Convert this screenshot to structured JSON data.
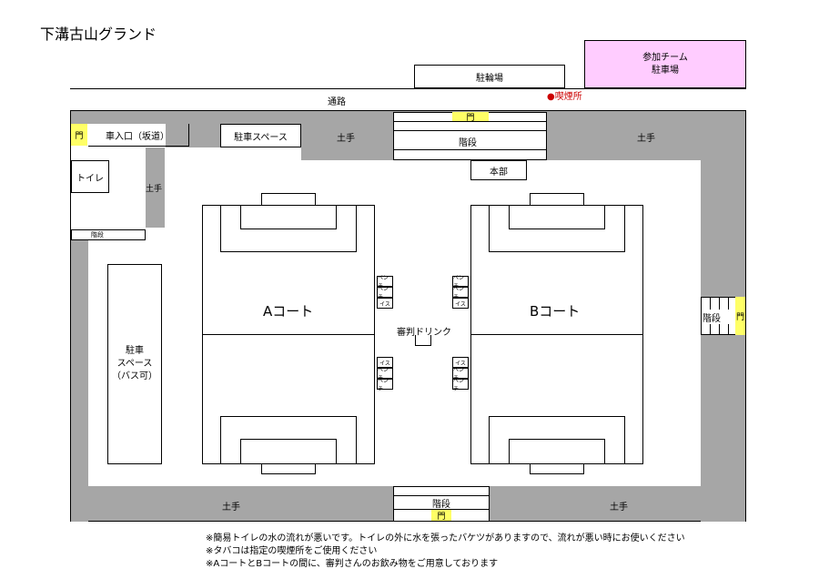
{
  "title": "下溝古山グランド",
  "labels": {
    "team_parking": "参加チーム\n駐車場",
    "bike_parking": "駐輪場",
    "smoking": "●喫煙所",
    "road": "通路",
    "gate": "門",
    "entrance": "車入口（坂道）",
    "parking_space": "駐車スペース",
    "embankment": "土手",
    "stairs": "階段",
    "hq": "本部",
    "toilet": "トイレ",
    "stairs_small": "階段",
    "bus_parking": "駐車\nスペース\n（バス可）",
    "court_a": "Aコート",
    "court_b": "Bコート",
    "drink": "審判ドリンク",
    "bench": "ベンチ",
    "chair": "イス"
  },
  "notes": [
    "※簡易トイレの水の流れが悪いです。トイレの外に水を張ったバケツがありますので、流れが悪い時にお使いください",
    "※タバコは指定の喫煙所をご使用ください",
    "※AコートとBコートの間に、審判さんのお飲み物をご用意しております"
  ],
  "colors": {
    "embankment": "#a6a6a6",
    "gate": "#ffff66",
    "team_parking": "#ffccff",
    "smoking": "#cc0000"
  }
}
